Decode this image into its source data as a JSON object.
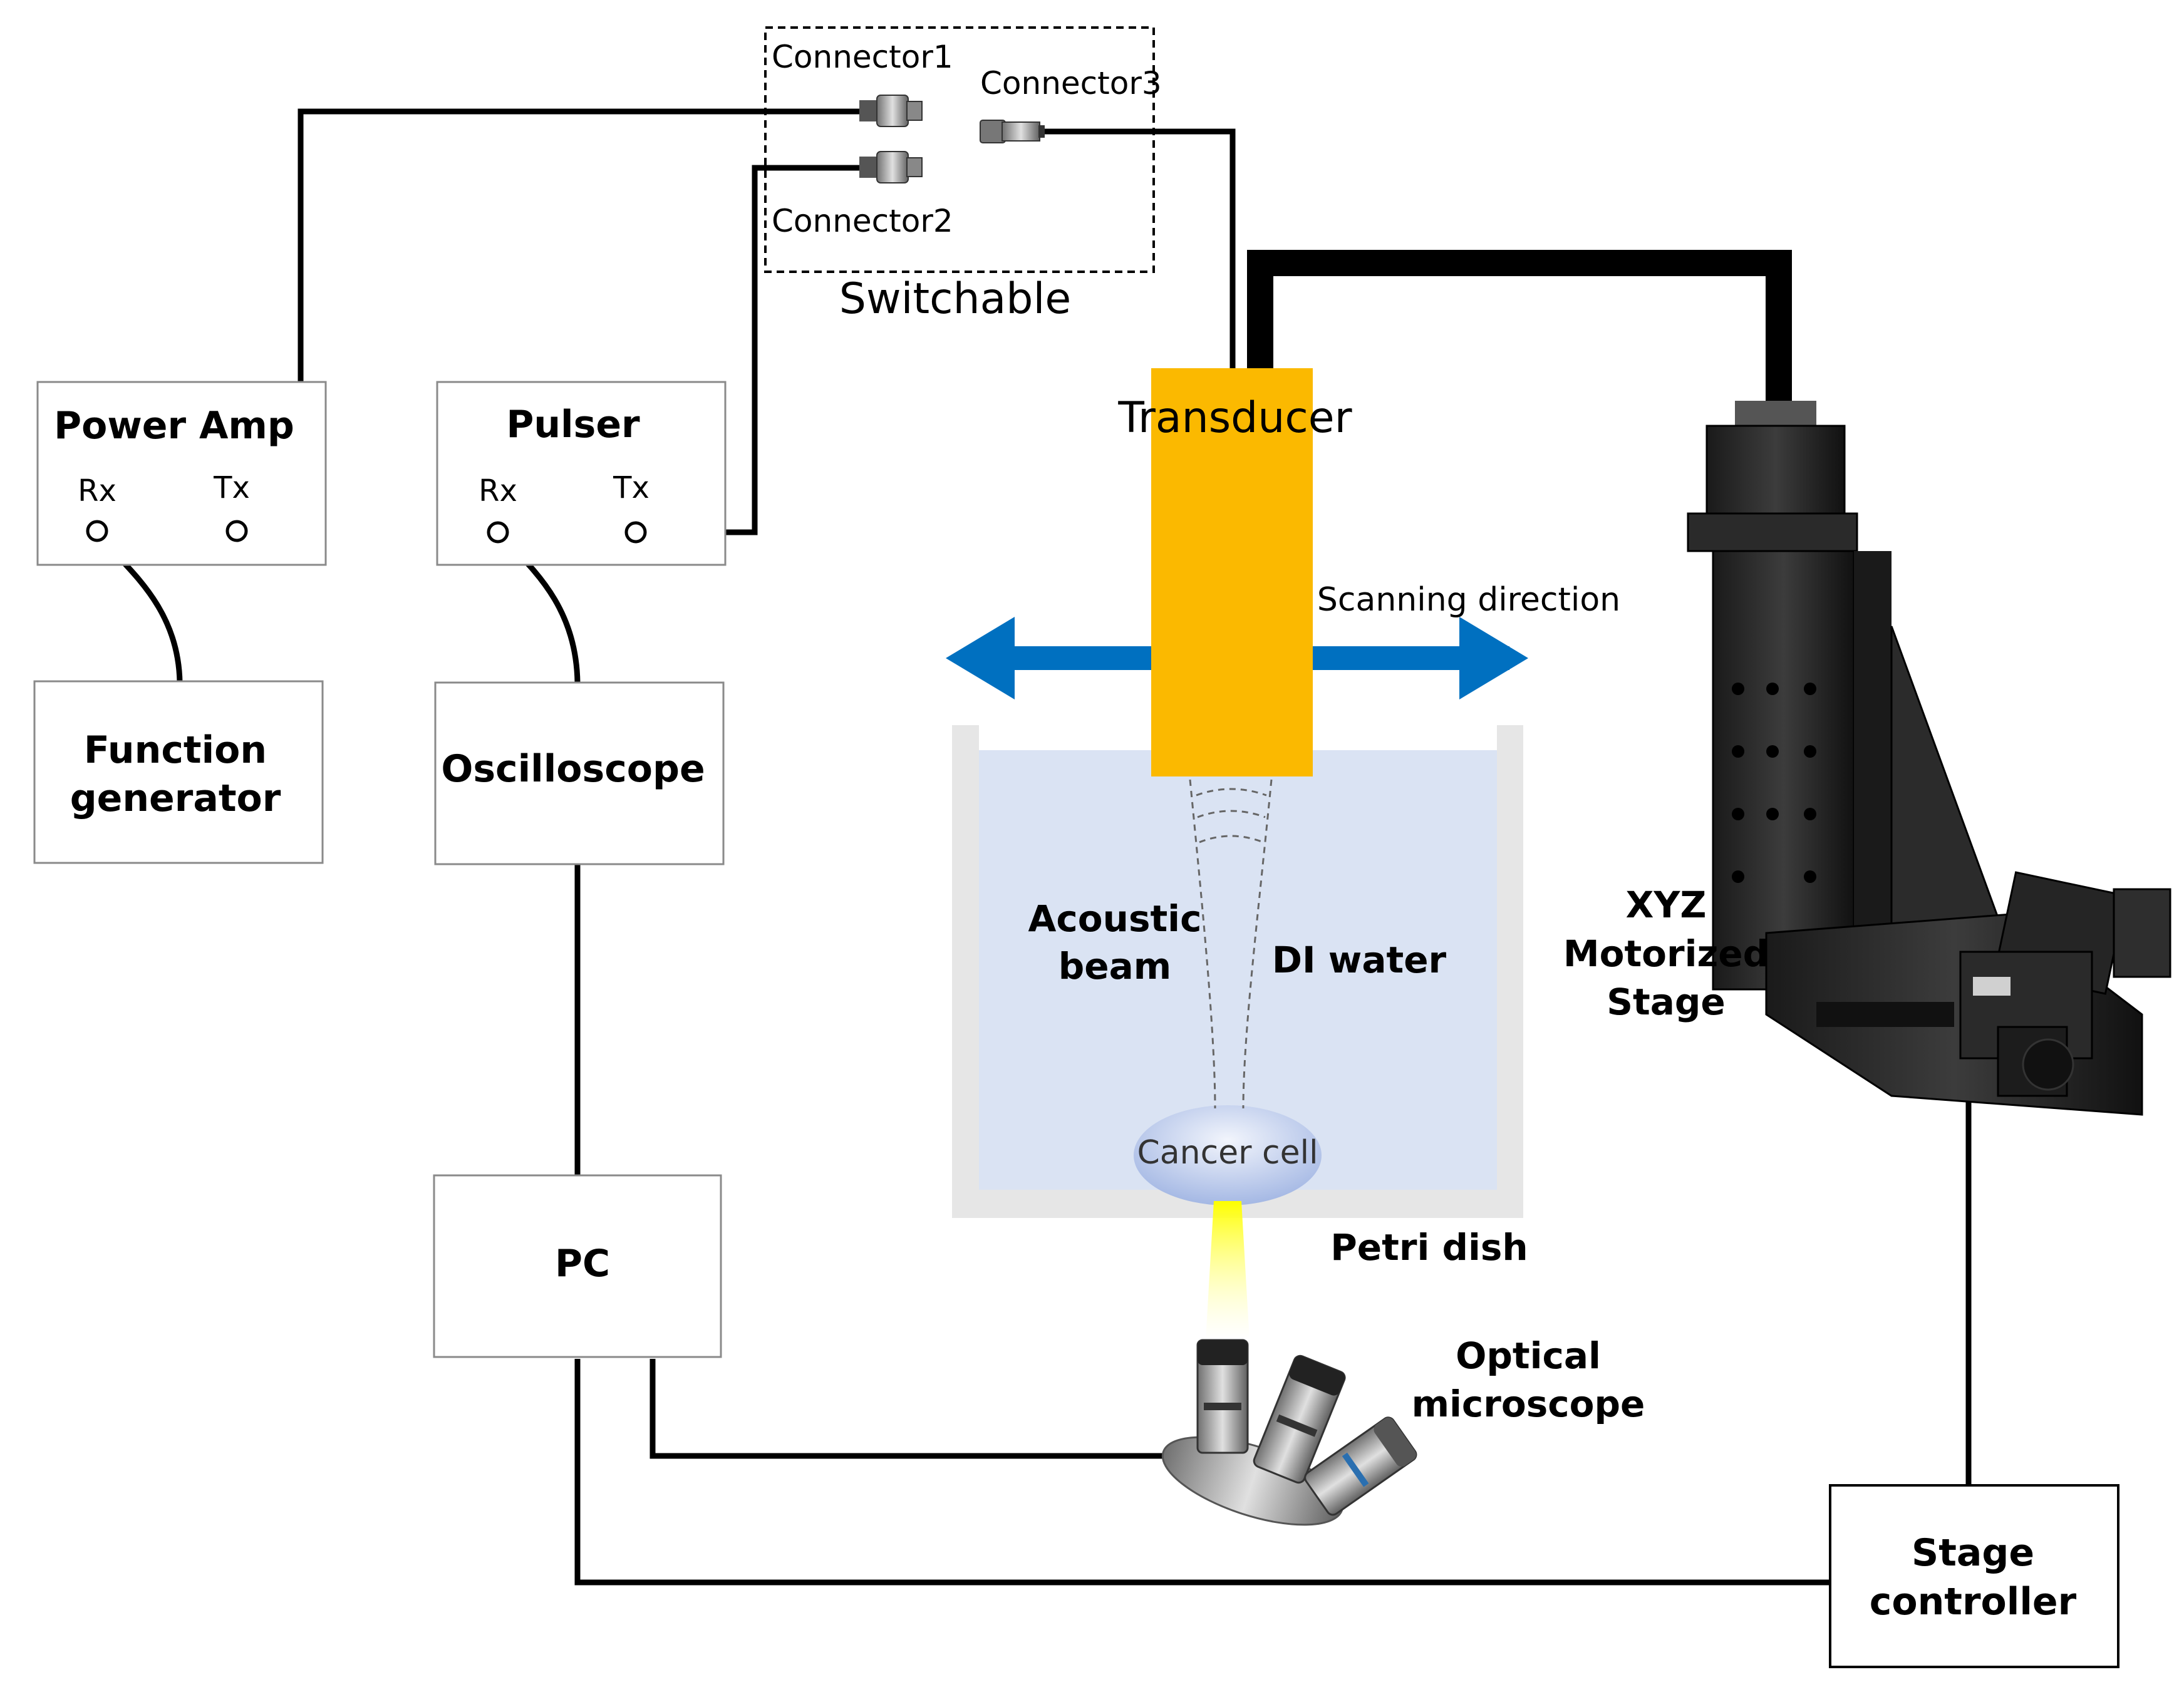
{
  "switch_box": {
    "connector1": "Connector1",
    "connector2": "Connector2",
    "connector3": "Connector3",
    "label": "Switchable"
  },
  "power_amp": {
    "title": "Power Amp",
    "rx": "Rx",
    "tx": "Tx"
  },
  "pulser": {
    "title": "Pulser",
    "rx": "Rx",
    "tx": "Tx"
  },
  "function_generator": {
    "line1": "Function",
    "line2": "generator"
  },
  "oscilloscope": {
    "label": "Oscilloscope"
  },
  "pc": {
    "label": "PC"
  },
  "transducer": {
    "label": "Transducer"
  },
  "scanning_direction": "Scanning direction",
  "acoustic_beam": {
    "line1": "Acoustic",
    "line2": "beam"
  },
  "di_water": "DI water",
  "cancer_cell": "Cancer cell",
  "petri_dish": "Petri dish",
  "optical_microscope": {
    "line1": "Optical",
    "line2": "microscope"
  },
  "xyz_stage": {
    "line1": "XYZ",
    "line2": "Motorized",
    "line3": "Stage"
  },
  "stage_controller": {
    "line1": "Stage",
    "line2": "controller"
  },
  "colors": {
    "transducer": "#FBB900",
    "arrow": "#0070C0",
    "water": "#DAE3F3",
    "dish": "#E6E6E6",
    "cable": "#000000",
    "light": "#FFFF00"
  }
}
